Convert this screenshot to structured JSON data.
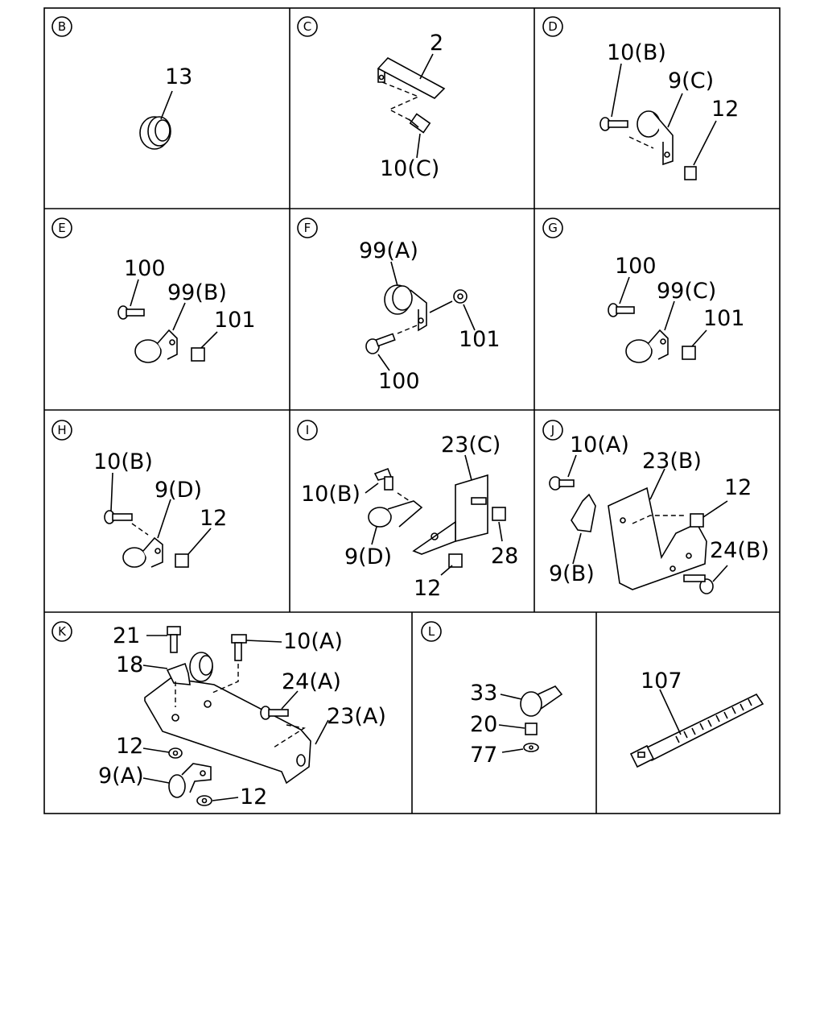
{
  "panels": {
    "B": {
      "label": "B",
      "parts": [
        "13"
      ]
    },
    "C": {
      "label": "C",
      "parts": [
        "2",
        "10(C)"
      ]
    },
    "D": {
      "label": "D",
      "parts": [
        "10(B)",
        "9(C)",
        "12"
      ]
    },
    "E": {
      "label": "E",
      "parts": [
        "100",
        "99(B)",
        "101"
      ]
    },
    "F": {
      "label": "F",
      "parts": [
        "99(A)",
        "101",
        "100"
      ]
    },
    "G": {
      "label": "G",
      "parts": [
        "100",
        "99(C)",
        "101"
      ]
    },
    "H": {
      "label": "H",
      "parts": [
        "10(B)",
        "9(D)",
        "12"
      ]
    },
    "I": {
      "label": "I",
      "parts": [
        "23(C)",
        "10(B)",
        "9(D)",
        "28",
        "12"
      ]
    },
    "J": {
      "label": "J",
      "parts": [
        "10(A)",
        "23(B)",
        "12",
        "24(B)",
        "9(B)"
      ]
    },
    "K": {
      "label": "K",
      "parts": [
        "21",
        "10(A)",
        "18",
        "24(A)",
        "23(A)",
        "12",
        "9(A)",
        "12"
      ]
    },
    "L": {
      "label": "L",
      "parts": [
        "33",
        "20",
        "77"
      ]
    },
    "M": {
      "parts": [
        "107"
      ]
    }
  }
}
